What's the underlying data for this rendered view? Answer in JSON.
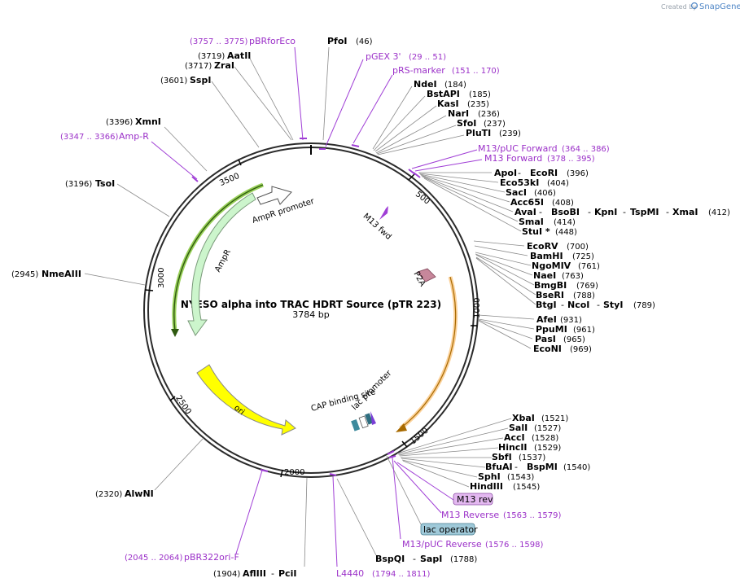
{
  "header": {
    "created_by": "Created by",
    "brand": "SnapGene"
  },
  "plasmid": {
    "name": "NYESO alpha into TRAC HDRT Source (pTR 223)",
    "length": "3784 bp"
  },
  "ticks": [
    "500",
    "1000",
    "1500",
    "2000",
    "2500",
    "3000",
    "3500"
  ],
  "features": {
    "ampr_promoter": "AmpR promoter",
    "ampr": "AmpR",
    "m13_fwd": "M13 fwd",
    "p2a": "P2A",
    "ori": "ori",
    "cap_site": "CAP binding site",
    "lac_promoter": "lac promoter"
  },
  "sites": {
    "pfoi": {
      "name": "PfoI",
      "pos": "(46)"
    },
    "ndei": {
      "name": "NdeI",
      "pos": "(184)"
    },
    "bstapi": {
      "name": "BstAPI",
      "pos": "(185)"
    },
    "kasi": {
      "name": "KasI",
      "pos": "(235)"
    },
    "nari": {
      "name": "NarI",
      "pos": "(236)"
    },
    "sfoi": {
      "name": "SfoI",
      "pos": "(237)"
    },
    "pluti": {
      "name": "PluTI",
      "pos": "(239)"
    },
    "apoi": {
      "name": "ApoI",
      "sep": " - ",
      "name2": "EcoRI",
      "pos": "(396)"
    },
    "eco53ki": {
      "name": "Eco53kI",
      "pos": "(404)"
    },
    "saci": {
      "name": "SacI",
      "pos": "(406)"
    },
    "acc65i": {
      "name": "Acc65I",
      "pos": "(408)"
    },
    "avai": {
      "name": "AvaI",
      "n2": "BsoBI",
      "n3": "KpnI",
      "n4": "TspMI",
      "n5": "XmaI",
      "pos": "(412)"
    },
    "smai": {
      "name": "SmaI",
      "pos": "(414)"
    },
    "stui": {
      "name": "StuI *",
      "pos": "(448)"
    },
    "ecorv": {
      "name": "EcoRV",
      "pos": "(700)"
    },
    "bamhi": {
      "name": "BamHI",
      "pos": "(725)"
    },
    "ngomiv": {
      "name": "NgoMIV",
      "pos": "(761)"
    },
    "naei": {
      "name": "NaeI",
      "pos": "(763)"
    },
    "bmgbi": {
      "name": "BmgBI",
      "pos": "(769)"
    },
    "bseri": {
      "name": "BseRI",
      "pos": "(788)"
    },
    "btgi": {
      "name": "BtgI",
      "n2": "NcoI",
      "n3": "StyI",
      "pos": "(789)"
    },
    "afei": {
      "name": "AfeI",
      "pos": "(931)"
    },
    "ppumi": {
      "name": "PpuMI",
      "pos": "(961)"
    },
    "pasi": {
      "name": "PasI",
      "pos": "(965)"
    },
    "econi": {
      "name": "EcoNI",
      "pos": "(969)"
    },
    "xbai": {
      "name": "XbaI",
      "pos": "(1521)"
    },
    "sali": {
      "name": "SalI",
      "pos": "(1527)"
    },
    "acci": {
      "name": "AccI",
      "pos": "(1528)"
    },
    "hincii": {
      "name": "HincII",
      "pos": "(1529)"
    },
    "sbfi": {
      "name": "SbfI",
      "pos": "(1537)"
    },
    "bfuai": {
      "name": "BfuAI",
      "n2": "BspMI",
      "pos": "(1540)"
    },
    "sphi": {
      "name": "SphI",
      "pos": "(1543)"
    },
    "hindiii": {
      "name": "HindIII",
      "pos": "(1545)"
    },
    "bspqi": {
      "name": "BspQI",
      "n2": "SapI",
      "pos": "(1788)"
    },
    "afliii": {
      "name": "AflIII",
      "n2": "PciI",
      "pos": "(1904)"
    },
    "alwni": {
      "name": "AlwNI",
      "pos": "(2320)"
    },
    "nmeaiii": {
      "name": "NmeAIII",
      "pos": "(2945)"
    },
    "tsoi": {
      "name": "TsoI",
      "pos": "(3196)"
    },
    "xmni": {
      "name": "XmnI",
      "pos": "(3396)"
    },
    "sspi": {
      "name": "SspI",
      "pos": "(3601)"
    },
    "zrai": {
      "name": "ZraI",
      "pos": "(3717)"
    },
    "aatii": {
      "name": "AatII",
      "pos": "(3719)"
    }
  },
  "primers": {
    "pbrforeco": {
      "name": "pBRforEco",
      "range": "(3757 .. 3775)"
    },
    "pgex3": {
      "name": "pGEX 3'",
      "range": "(29 .. 51)"
    },
    "prsmarker": {
      "name": "pRS-marker",
      "range": "(151 .. 170)"
    },
    "m13puc_fwd": {
      "name": "M13/pUC Forward",
      "range": "(364 .. 386)"
    },
    "m13_fwd": {
      "name": "M13 Forward",
      "range": "(378 .. 395)"
    },
    "ampr_primer": {
      "name": "Amp-R",
      "range": "(3347 .. 3366)"
    },
    "m13rev_box": {
      "name": "M13 rev"
    },
    "m13_reverse": {
      "name": "M13 Reverse",
      "range": "(1563 .. 1579)"
    },
    "lac_operator": {
      "name": "lac operator"
    },
    "m13puc_rev": {
      "name": "M13/pUC Reverse",
      "range": "(1576 .. 1598)"
    },
    "pbr322ori": {
      "name": "pBR322ori-F",
      "range": "(2045 .. 2064)"
    },
    "l4440": {
      "name": "L4440",
      "range": "(1794 .. 1811)"
    }
  },
  "colors": {
    "backbone": "#2b2b2b",
    "ampr_fill": "#ccf5cc",
    "ampr_edge": "#7a9a7a",
    "ori_fill": "#ffff00",
    "p2a": "#c7879b",
    "primer": "#a03fd6",
    "insert_arc": "#f5a623",
    "lac_operator": "#9fc9d9",
    "m13rev_box": "#e3b8f0"
  }
}
